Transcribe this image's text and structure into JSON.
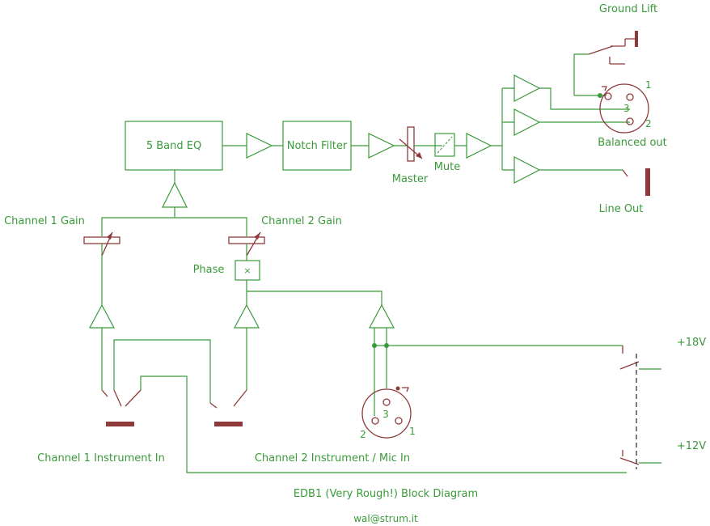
{
  "diagram": {
    "title": "EDB1 (Very Rough!) Block Diagram",
    "author": "wal@strum.it",
    "blocks": {
      "eq": "5 Band EQ",
      "notch": "Notch Filter"
    },
    "labels": {
      "ground_lift": "Ground Lift",
      "balanced_out": "Balanced out",
      "line_out": "Line Out",
      "master": "Master",
      "mute": "Mute",
      "ch1_gain": "Channel 1 Gain",
      "ch2_gain": "Channel 2 Gain",
      "phase": "Phase",
      "ch1_in": "Channel 1 Instrument In",
      "ch2_in": "Channel 2 Instrument / Mic In",
      "v18": "+18V",
      "v12": "+12V"
    },
    "pins": {
      "out_1": "1",
      "out_2": "2",
      "out_3": "3",
      "in_1": "1",
      "in_2": "2",
      "in_3": "3"
    },
    "phase_symbol": "×"
  },
  "colors": {
    "wire": "#3a9a3a",
    "component": "#8e3a3a",
    "background": "#ffffff"
  }
}
